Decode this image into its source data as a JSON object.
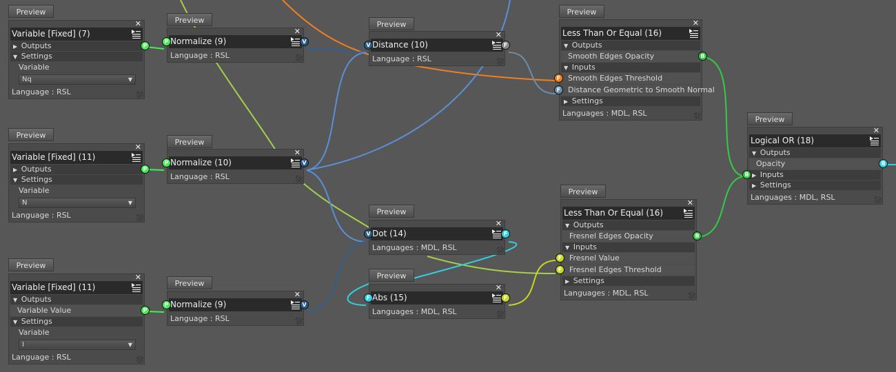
{
  "preview_label": "Preview",
  "colors": {
    "P": "#44ee55",
    "V": "#2b5c8c",
    "B": "#33cc44",
    "F_orange": "#f08020",
    "F_grey": "#6f8ca8",
    "F_cyan": "#30d0e0",
    "F_yellow": "#c8d820"
  },
  "nodes": [
    {
      "id": "var7",
      "title": "Variable [Fixed] (7)",
      "rows": [
        {
          "t": "sec",
          "arrow": "▶",
          "text": "Outputs",
          "out": "P"
        },
        {
          "t": "sec",
          "arrow": "▼",
          "text": "Settings"
        },
        {
          "t": "lab",
          "text": "Variable"
        },
        {
          "t": "dd",
          "text": "Nq"
        }
      ],
      "footer": "Language : RSL"
    },
    {
      "id": "norm9a",
      "title": "Normalize (9)",
      "title_in": "P",
      "title_out": "V",
      "rows": [],
      "footer": "Language : RSL"
    },
    {
      "id": "dist10",
      "title": "Distance (10)",
      "title_in": "V",
      "title_out": "F",
      "rows": [],
      "footer": "Language : RSL"
    },
    {
      "id": "lte16a",
      "title": "Less Than Or Equal (16)",
      "rows": [
        {
          "t": "sec",
          "arrow": "▼",
          "text": "Outputs"
        },
        {
          "t": "item",
          "text": "Smooth Edges Opacity",
          "out": "B"
        },
        {
          "t": "sec",
          "arrow": "▼",
          "text": "Inputs"
        },
        {
          "t": "item",
          "text": "Smooth Edges Threshold",
          "in": "F",
          "in_color": "F_orange"
        },
        {
          "t": "item",
          "text": "Distance Geometric to Smooth Normal",
          "in": "F",
          "in_color": "F_grey"
        },
        {
          "t": "sec",
          "arrow": "▶",
          "text": "Settings"
        }
      ],
      "footer": "Languages : MDL, RSL"
    },
    {
      "id": "or18",
      "title": "Logical OR (18)",
      "rows": [
        {
          "t": "sec",
          "arrow": "▼",
          "text": "Outputs"
        },
        {
          "t": "item",
          "text": "Opacity",
          "out": "B",
          "out_color": "F_cyan"
        },
        {
          "t": "sec",
          "arrow": "▶",
          "text": "Inputs",
          "in": "B"
        },
        {
          "t": "sec",
          "arrow": "▶",
          "text": "Settings"
        }
      ],
      "footer": "Languages : MDL, RSL"
    },
    {
      "id": "var11a",
      "title": "Variable [Fixed] (11)",
      "rows": [
        {
          "t": "sec",
          "arrow": "▶",
          "text": "Outputs",
          "out": "P"
        },
        {
          "t": "sec",
          "arrow": "▼",
          "text": "Settings"
        },
        {
          "t": "lab",
          "text": "Variable"
        },
        {
          "t": "dd",
          "text": "N"
        }
      ],
      "footer": "Language : RSL"
    },
    {
      "id": "norm10",
      "title": "Normalize (10)",
      "title_in": "P",
      "title_out": "V",
      "rows": [],
      "footer": "Language : RSL"
    },
    {
      "id": "dot14",
      "title": "Dot (14)",
      "title_in": "V",
      "title_out": "F",
      "title_out_color": "F_cyan",
      "rows": [],
      "footer": "Languages : MDL, RSL"
    },
    {
      "id": "lte16b",
      "title": "Less Than Or Equal (16)",
      "rows": [
        {
          "t": "sec",
          "arrow": "▼",
          "text": "Outputs"
        },
        {
          "t": "item",
          "text": "Fresnel Edges Opacity",
          "out": "B"
        },
        {
          "t": "sec",
          "arrow": "▼",
          "text": "Inputs"
        },
        {
          "t": "item",
          "text": "Fresnel Value",
          "in": "F",
          "in_color": "F_yellow"
        },
        {
          "t": "item",
          "text": "Fresnel Edges Threshold",
          "in": "F",
          "in_color": "F_yellow"
        },
        {
          "t": "sec",
          "arrow": "▶",
          "text": "Settings"
        }
      ],
      "footer": "Languages : MDL, RSL"
    },
    {
      "id": "var11b",
      "title": "Variable [Fixed] (11)",
      "rows": [
        {
          "t": "sec",
          "arrow": "▼",
          "text": "Outputs"
        },
        {
          "t": "item",
          "text": "Variable Value",
          "out": "P"
        },
        {
          "t": "sec",
          "arrow": "▼",
          "text": "Settings"
        },
        {
          "t": "lab",
          "text": "Variable"
        },
        {
          "t": "dd",
          "text": "I"
        }
      ],
      "footer": "Language : RSL"
    },
    {
      "id": "norm9b",
      "title": "Normalize (9)",
      "title_in": "P",
      "title_out": "V",
      "rows": [],
      "footer": "Language : RSL"
    },
    {
      "id": "abs15",
      "title": "Abs (15)",
      "title_in": "F",
      "title_in_color": "F_cyan",
      "title_out": "F",
      "title_out_color": "F_yellow",
      "rows": [],
      "footer": "Languages : MDL, RSL"
    }
  ]
}
